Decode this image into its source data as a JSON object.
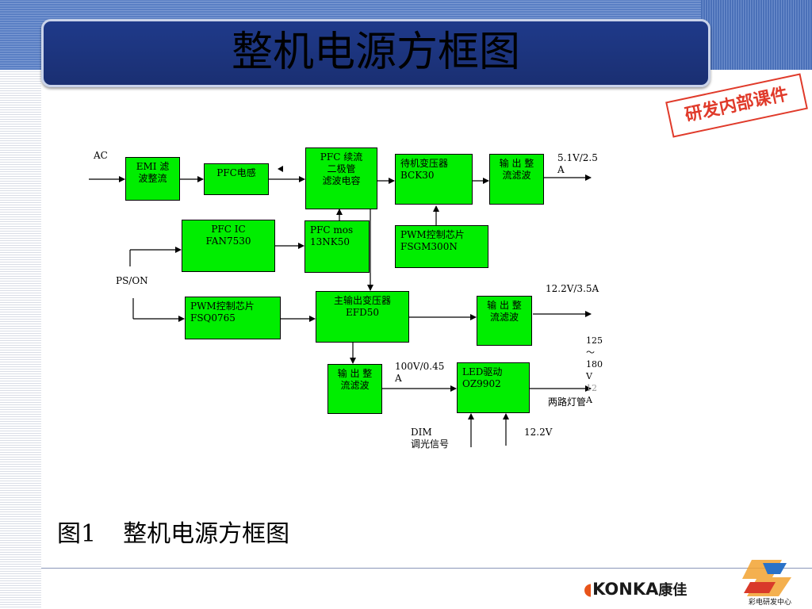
{
  "header": {
    "title": "整机电源方框图"
  },
  "stamp": "研发内部课件",
  "diagram": {
    "blocks": {
      "emi": [
        "EMI 滤",
        "波整流"
      ],
      "pfc_inductor": "PFC电感",
      "pfc_diode": [
        "PFC 续流",
        "二极管",
        "滤波电容"
      ],
      "standby_transformer": [
        "待机变压器",
        "BCK30"
      ],
      "standby_output": [
        "输 出 整",
        "流滤波"
      ],
      "pfc_ic": [
        "PFC IC",
        "FAN7530"
      ],
      "pfc_mos": [
        "PFC mos",
        "13NK50"
      ],
      "pwm_standby": [
        "PWM控制芯片",
        "FSGM300N"
      ],
      "pwm_main": [
        "PWM控制芯片",
        "FSQ0765"
      ],
      "main_transformer": [
        "主输出变压器",
        "EFD50"
      ],
      "main_output": [
        "输 出 整",
        "流滤波"
      ],
      "hv_output": [
        "输 出 整",
        "流滤波"
      ],
      "led_driver": [
        "LED驱动",
        "OZ9902"
      ]
    },
    "labels": {
      "ac": "AC",
      "ps_on": "PS/ON",
      "v_standby": [
        "5.1V/2.5",
        "A"
      ],
      "v_main": "12.2V/3.5A",
      "v_hv": [
        "100V/0.45",
        "A"
      ],
      "v_led": [
        "125",
        "～",
        "180",
        "V",
        "12",
        "A"
      ],
      "two_tubes": "两路灯管",
      "dim": [
        "DIM",
        "调光信号"
      ],
      "v_led_supply": "12.2V"
    }
  },
  "caption": {
    "figure": "图1",
    "text": "整机电源方框图"
  },
  "footer": {
    "brand": "KONKA",
    "brand_cn": "康佳",
    "logo_text": "彩电研发中心"
  },
  "colors": {
    "block_fill": "#00ee00",
    "title_bar": "#1f3a8a",
    "stamp": "#e03a2a",
    "brand_accent": "#e8541a"
  }
}
